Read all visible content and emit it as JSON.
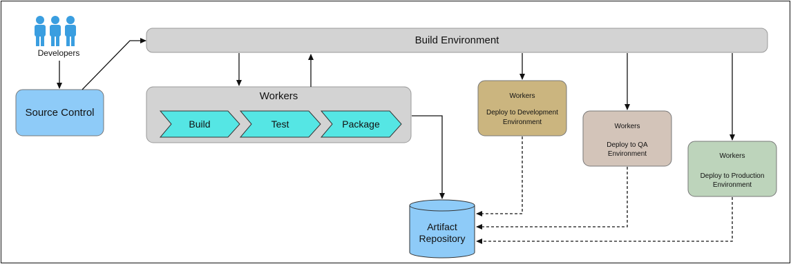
{
  "developers": {
    "label": "Developers"
  },
  "source_control": {
    "label": "Source Control"
  },
  "build_environment": {
    "label": "Build Environment"
  },
  "workers_main": {
    "title": "Workers",
    "stages": [
      "Build",
      "Test",
      "Package"
    ]
  },
  "deploy_dev": {
    "title": "Workers",
    "line1": "Deploy to Development",
    "line2": "Environment",
    "fill": "#cbb57f"
  },
  "deploy_qa": {
    "title": "Workers",
    "line1": "Deploy to QA",
    "line2": "Environment",
    "fill": "#d3c4b9"
  },
  "deploy_prod": {
    "title": "Workers",
    "line1": "Deploy to Production",
    "line2": "Environment",
    "fill": "#bdd4bb"
  },
  "artifact_repository": {
    "line1": "Artifact",
    "line2": "Repository"
  },
  "colors": {
    "source_control": "#8ecbf8",
    "build_environment": "#d3d3d3",
    "workers_box": "#d3d3d3",
    "stage_chevron": "#55e6e4",
    "artifact_repository": "#8ecbf8",
    "developer_icon": "#3a9ee0"
  }
}
